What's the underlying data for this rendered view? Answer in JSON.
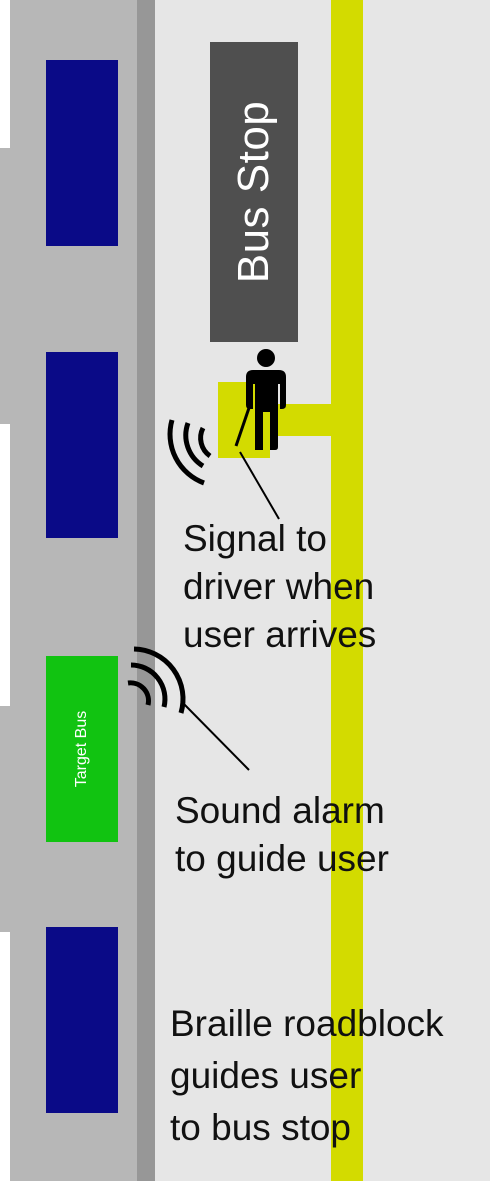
{
  "colors": {
    "road": "#b7b7b7",
    "curb": "#979797",
    "sidewalk": "#e6e6e6",
    "tactile_paving": "#d3db00",
    "bus": "#0a0a87",
    "target_bus": "#11c311",
    "bus_stop_sign": "#4f4f4f",
    "person": "#000000"
  },
  "icons": {
    "person": "pedestrian-with-cane-icon",
    "signal": "signal-waves-icon",
    "alarm": "sound-waves-icon"
  },
  "bus_stop": {
    "label": "Bus Stop"
  },
  "target_bus": {
    "label": "Target Bus"
  },
  "annotations": {
    "signal": [
      "Signal to",
      "driver when",
      "user arrives"
    ],
    "alarm": [
      "Sound alarm",
      "to guide user"
    ],
    "braille": [
      "Braille roadblock",
      "guides user",
      "to bus stop"
    ]
  }
}
